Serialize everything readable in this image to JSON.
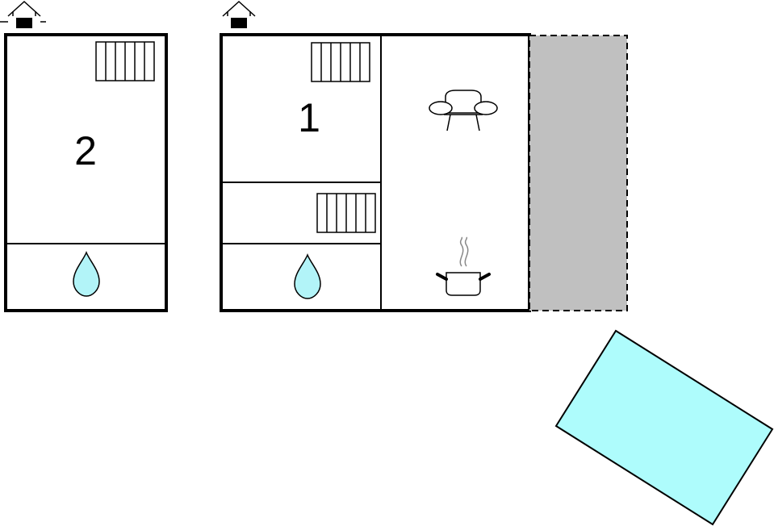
{
  "colors": {
    "water": "#b2f4f8",
    "terrace": "#c0c0c0",
    "pool": "#aefcfc",
    "wall": "#000000",
    "background": "#ffffff"
  },
  "buildings": [
    {
      "entrance_icon": "house-entrance-icon",
      "rooms": [
        {
          "type": "bedroom",
          "label": "2",
          "icon": "radiator-icon"
        },
        {
          "type": "bathroom",
          "icon": "water-drop-icon"
        }
      ]
    },
    {
      "entrance_icon": "house-entrance-icon",
      "rooms": [
        {
          "type": "bedroom",
          "label": "1",
          "icon": "radiator-icon"
        },
        {
          "type": "room",
          "icon": "radiator-icon"
        },
        {
          "type": "bathroom",
          "icon": "water-drop-icon"
        },
        {
          "type": "living-room",
          "icon": "sofa-icon"
        },
        {
          "type": "kitchen",
          "icon": "cooking-pot-icon"
        }
      ]
    }
  ],
  "terrace": {
    "type": "terrace",
    "style": "dashed-outline"
  },
  "pool": {
    "type": "swimming-pool"
  }
}
